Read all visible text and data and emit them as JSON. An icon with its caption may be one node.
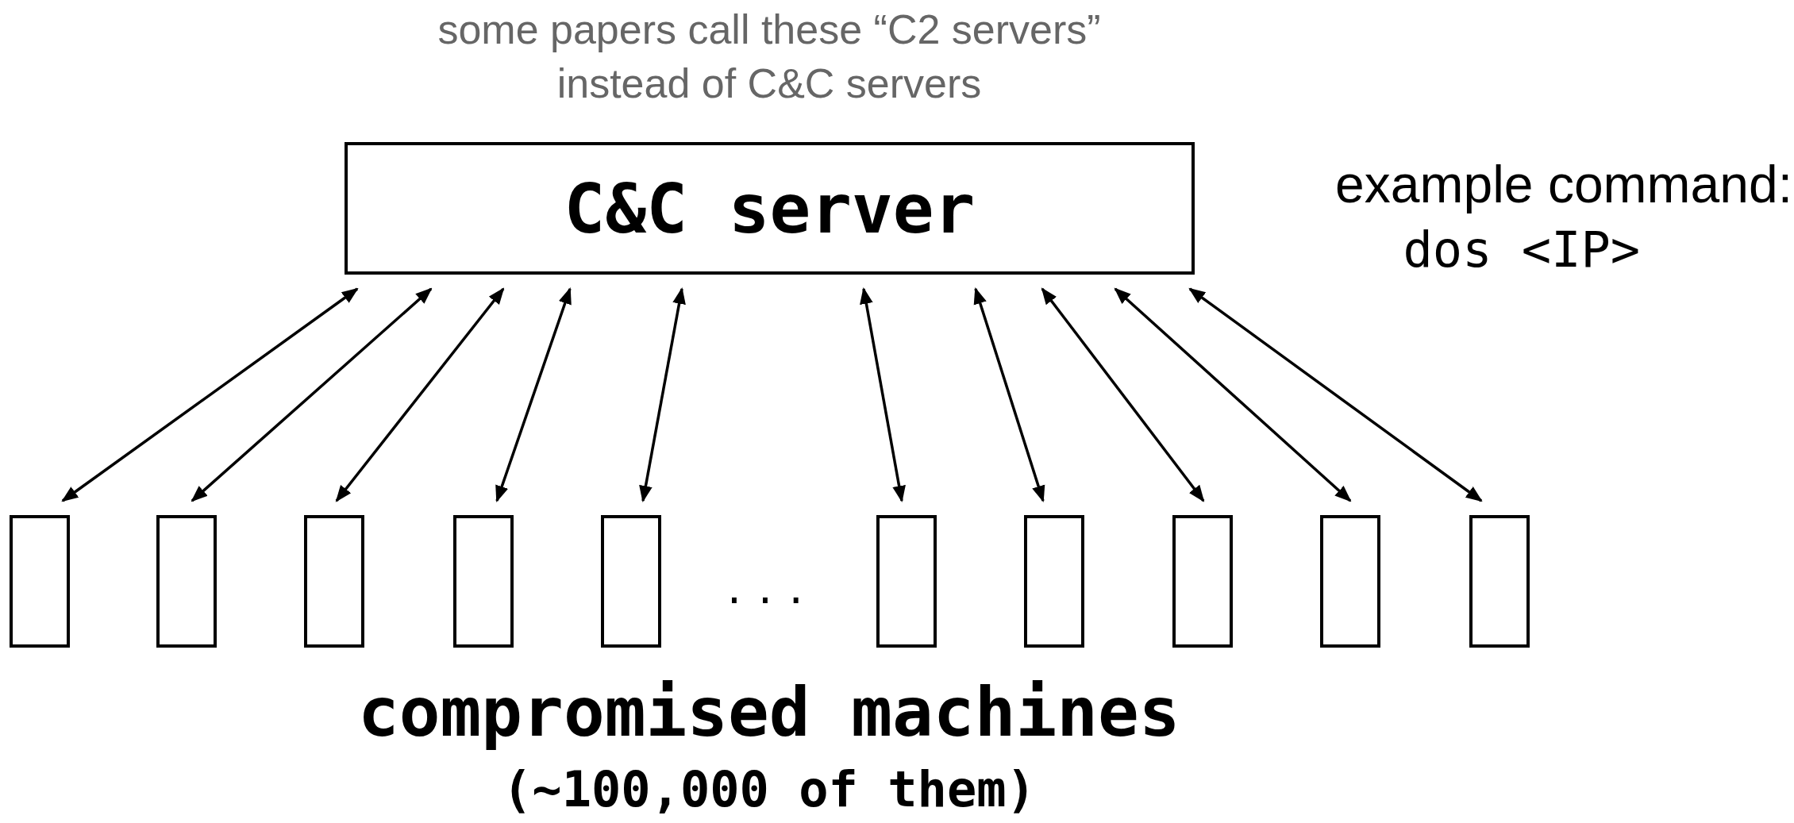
{
  "diagram": {
    "nodes": [
      {
        "text": [
          "C&C server"
        ]
      },
      {
        "text": [],
        "shape": "box"
      },
      {
        "text": [],
        "shape": "box"
      },
      {
        "text": [],
        "shape": "box"
      },
      {
        "text": [],
        "shape": "box"
      },
      {
        "text": [],
        "shape": "box"
      },
      {
        "text": [],
        "shape": "box"
      },
      {
        "text": [],
        "shape": "box"
      },
      {
        "text": [],
        "shape": "box"
      },
      {
        "text": [],
        "shape": "box"
      },
      {
        "text": [],
        "shape": "box"
      }
    ],
    "edges": [
      {
        "from": 1,
        "to": 0,
        "arrow": "both"
      },
      {
        "from": 2,
        "to": 0,
        "arrow": "both"
      },
      {
        "from": 3,
        "to": 0,
        "arrow": "both"
      },
      {
        "from": 4,
        "to": 0,
        "arrow": "both"
      },
      {
        "from": 5,
        "to": 0,
        "arrow": "both"
      },
      {
        "from": 6,
        "to": 0,
        "arrow": "both"
      },
      {
        "from": 7,
        "to": 0,
        "arrow": "both"
      },
      {
        "from": 8,
        "to": 0,
        "arrow": "both"
      },
      {
        "from": 9,
        "to": 0,
        "arrow": "both"
      },
      {
        "from": 10,
        "to": 0,
        "arrow": "both"
      }
    ],
    "labels": [
      "some papers call these “C2 servers” instead of C&C servers",
      "example command:",
      "dos <IP>",
      "...",
      "compromised machines",
      "(~100,000 of them)"
    ]
  }
}
